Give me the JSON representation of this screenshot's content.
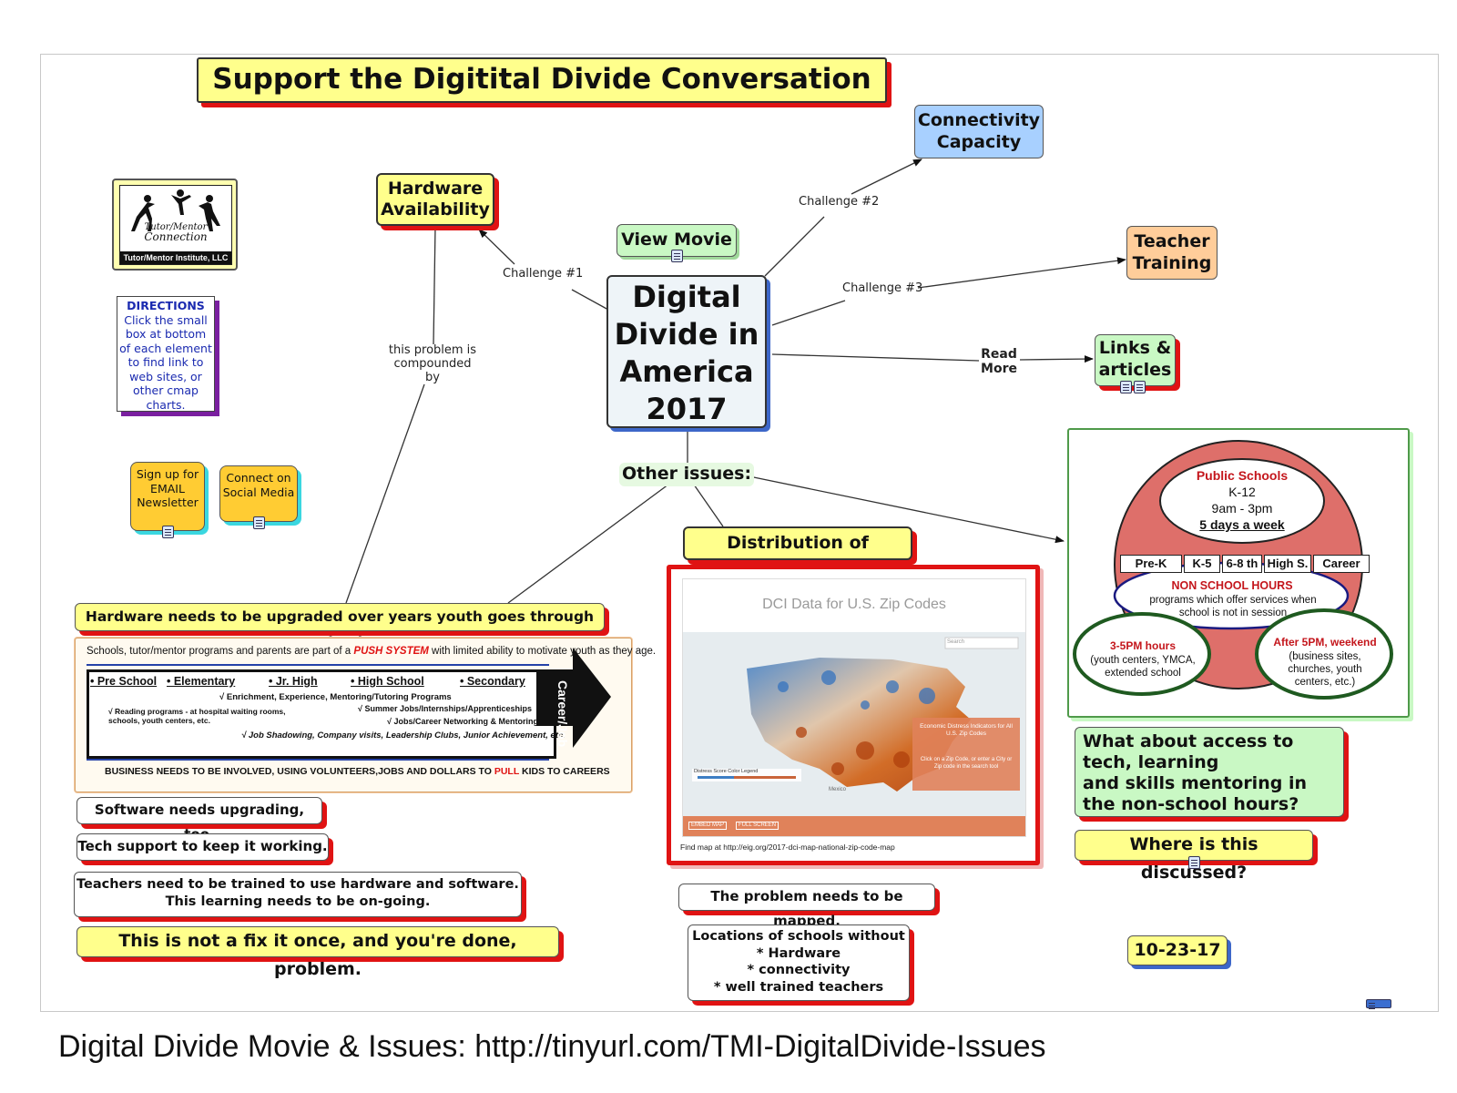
{
  "title": "Support the Digitital Divide Conversation",
  "center": "Digital Divide in America 2017",
  "logo": {
    "line1": "Tutor/Mentor",
    "line2": "Connection",
    "footer": "Tutor/Mentor Institute, LLC"
  },
  "directions": {
    "heading": "DIRECTIONS",
    "body": "Click the small box at bottom of each element to find link to web sites, or other cmap charts."
  },
  "signup": "Sign up for EMAIL Newsletter",
  "connect": "Connect on Social Media",
  "hardware_availability": "Hardware Availability",
  "view_movie": "View Movie",
  "connectivity": "Connectivity Capacity",
  "teacher_training": "Teacher Training",
  "links_articles": "Links & articles",
  "other_issues": "Other issues:",
  "distribution": "Distribution of problem",
  "link_labels": {
    "challenge1": "Challenge #1",
    "challenge2": "Challenge #2",
    "challenge3": "Challenge #3",
    "read_more": "Read More",
    "compounded": "this problem is compounded by"
  },
  "hardware_upgrade": "Hardware needs to be upgraded over years youth goes through school.",
  "push_system": {
    "top_pre": "Schools, tutor/mentor programs and parents are part of a ",
    "top_push": "PUSH SYSTEM",
    "top_post": " with limited ability to motivate youth as they age.",
    "stages": [
      "• Pre School",
      "• Elementary",
      "• Jr. High",
      "• High School",
      "• Secondary"
    ],
    "note1": "√ Enrichment, Experience, Mentoring/Tutoring Programs",
    "note2": "√ Reading programs - at hospital waiting rooms, schools, youth centers, etc.",
    "note3": "√ Summer Jobs/Internships/Apprenticeships",
    "note4": "√ Jobs/Career Networking & Mentoring",
    "note5": "√ Job Shadowing, Company visits, Leadership Clubs, Junior Achievement, etc.",
    "arrow_label": "Career/Job",
    "bottom_pre": "BUSINESS NEEDS TO BE INVOLVED, USING VOLUNTEERS,JOBS AND DOLLARS TO ",
    "bottom_pull": "PULL",
    "bottom_post": " KIDS TO CAREERS"
  },
  "software": "Software needs upgrading, too.",
  "tech_support": "Tech support to keep it working.",
  "teachers_trained": "Teachers need to be trained to use  hardware and software.\nThis learning needs to be on-going.",
  "not_fix": "This is not a fix it once, and you're done, problem.",
  "map_embed": {
    "title": "DCI Data for U.S. Zip Codes",
    "legend": "Distress Score Color Legend",
    "panel": "Economic Distress Indicators for All U.S. Zip Codes",
    "panel_hint": "Click on a Zip Code, or enter a City or Zip code in the search tool",
    "btn1": "EMBED MAP",
    "btn2": "FULL SCREEN",
    "search": "Search",
    "place1": "Mexico",
    "caption": "Find map at http://eig.org/2017-dci-map-national-zip-code-map"
  },
  "problem_mapped": "The problem needs to be mapped.",
  "locations": "Locations of schools without\n* Hardware\n* connectivity\n* well trained teachers",
  "schools": {
    "public_title": "Public Schools",
    "public_grades": "K-12",
    "public_hours": "9am - 3pm",
    "public_days": "5 days a week",
    "grades": [
      "Pre-K",
      "K-5",
      "6-8 th",
      "High S.",
      "Career"
    ],
    "non_school_title": "NON SCHOOL HOURS",
    "non_school_body": "programs which offer services when school is not in session",
    "left_title": "3-5PM hours",
    "left_body": "(youth centers, YMCA, extended school",
    "right_title": "After 5PM, weekend",
    "right_body": "(business sites, churches, youth centers, etc.)"
  },
  "access_question": "What about access to tech, learning\nand skills mentoring in the non-school hours?",
  "where_discussed": "Where is this discussed?",
  "date": "10-23-17",
  "caption": "Digital Divide Movie & Issues: http://tinyurl.com/TMI-DigitalDivide-Issues"
}
